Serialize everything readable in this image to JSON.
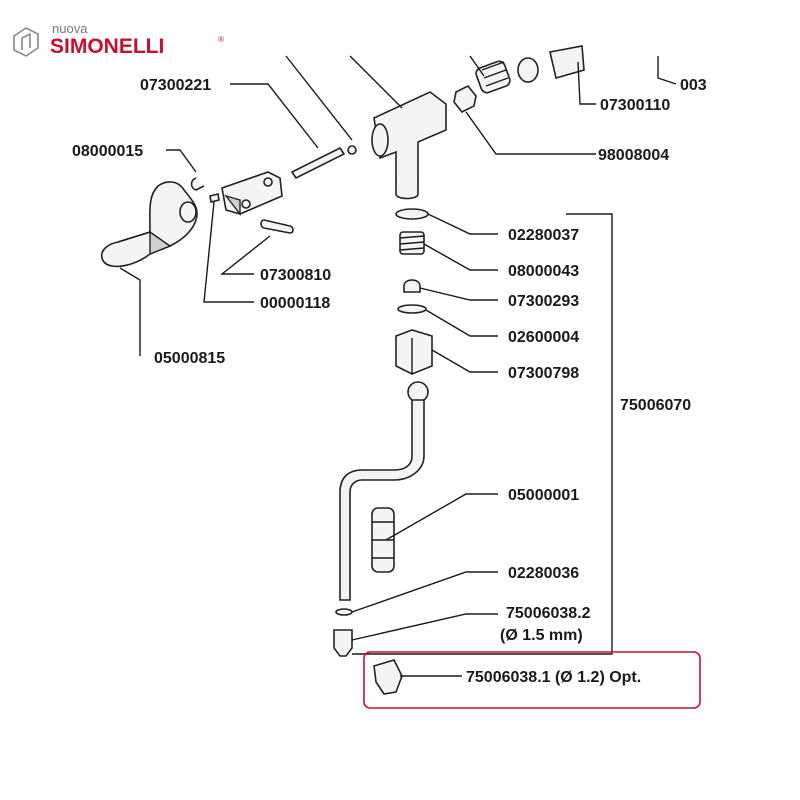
{
  "brand": {
    "prefix": "nuova",
    "name": "SIMONELLI",
    "mark": "®",
    "color": "#c8102e"
  },
  "labels": {
    "p07300221": "07300221",
    "p08000015": "08000015",
    "p003": "003",
    "p07300110": "07300110",
    "p98008004": "98008004",
    "p02280037": "02280037",
    "p08000043": "08000043",
    "p07300293": "07300293",
    "p02600004": "02600004",
    "p07300798": "07300798",
    "p75006070": "75006070",
    "p07300810": "07300810",
    "p00000118": "00000118",
    "p05000815": "05000815",
    "p05000001": "05000001",
    "p02280036": "02280036",
    "p75006038_2": "75006038.2",
    "p75006038_2_dia": "(Ø 1.5 mm)",
    "p75006038_1": "75006038.1 (Ø 1.2) Opt."
  },
  "colors": {
    "optional_box": "#c8102e",
    "line": "#1a1a1a"
  }
}
